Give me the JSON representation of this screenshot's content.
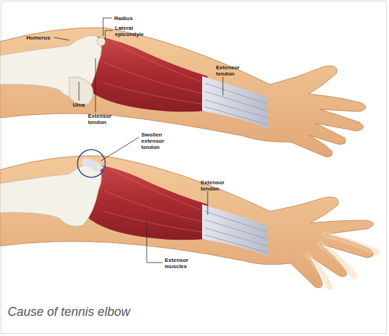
{
  "diagram": {
    "caption": "Cause of tennis elbow",
    "labels": [
      "Radius",
      "Humerus",
      "Lateral epicondyle",
      "Extensor tendon",
      "Ulna",
      "Extensor tendon",
      "Swollen extensor tendon",
      "Extensor tendon",
      "Extensor muscles"
    ]
  }
}
